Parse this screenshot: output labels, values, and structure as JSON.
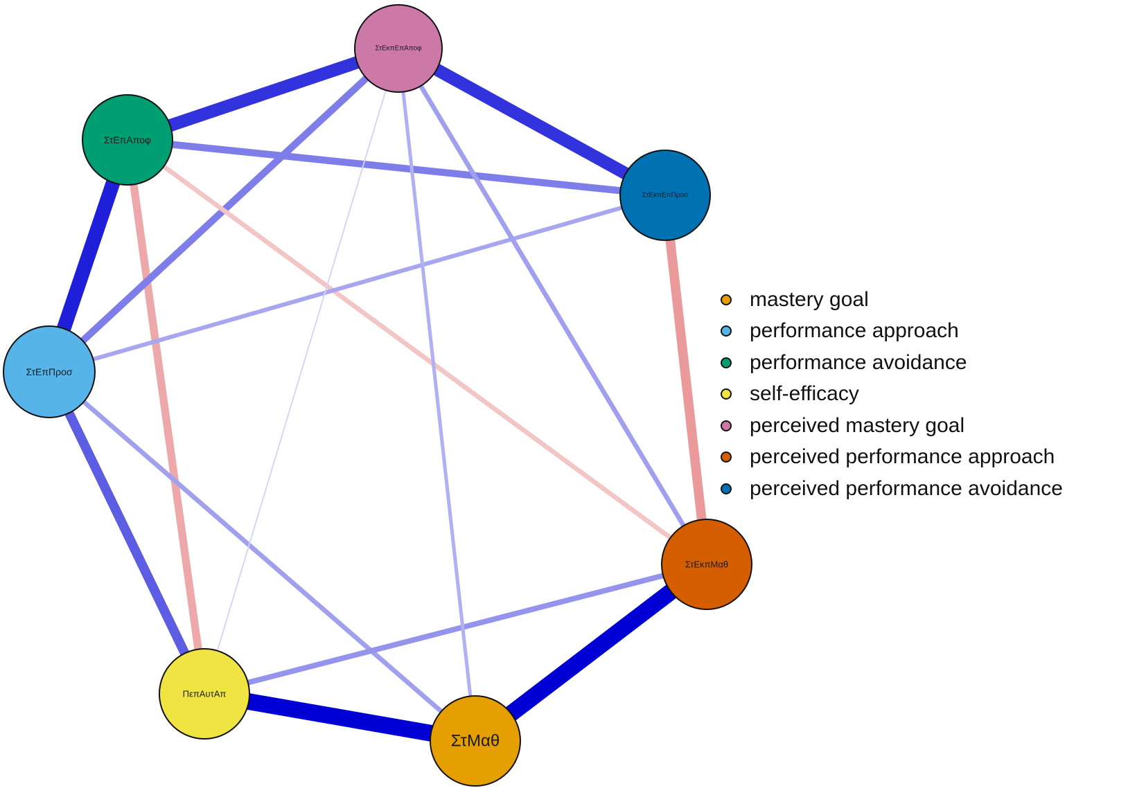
{
  "nodes": [
    {
      "id": "StEkpEpApof",
      "label": "ΣτΕκπΕπΑποφ",
      "group": "perceived mastery goal",
      "color": "#CC79A7"
    },
    {
      "id": "StEkpEpPros",
      "label": "ΣτΕκπΕπΠροσ",
      "group": "perceived performance avoidance",
      "color": "#0072B2"
    },
    {
      "id": "StEkpMath",
      "label": "ΣτΕκπΜαθ",
      "group": "perceived performance approach",
      "color": "#D55E00"
    },
    {
      "id": "StMath",
      "label": "ΣτΜαθ",
      "group": "mastery goal",
      "color": "#E69F00"
    },
    {
      "id": "PepAutAp",
      "label": "ΠεπΑυτΑπ",
      "group": "self-efficacy",
      "color": "#F0E442"
    },
    {
      "id": "StEpPros",
      "label": "ΣτΕπΠροσ",
      "group": "performance approach",
      "color": "#56B4E9"
    },
    {
      "id": "StEpApof",
      "label": "ΣτΕπΑποφ",
      "group": "performance avoidance",
      "color": "#009E73"
    }
  ],
  "edges": [
    {
      "from": "StEpApof",
      "to": "StEkpEpApof",
      "sign": "positive",
      "strength": 0.75
    },
    {
      "from": "StEkpEpApof",
      "to": "StEkpEpPros",
      "sign": "positive",
      "strength": 0.75
    },
    {
      "from": "StEpApof",
      "to": "StEpPros",
      "sign": "positive",
      "strength": 0.85
    },
    {
      "from": "PepAutAp",
      "to": "StMath",
      "sign": "positive",
      "strength": 1.0
    },
    {
      "from": "StMath",
      "to": "StEkpMath",
      "sign": "positive",
      "strength": 1.0
    },
    {
      "from": "StEkpEpPros",
      "to": "StEkpMath",
      "sign": "negative",
      "strength": 0.55
    },
    {
      "from": "StEpApof",
      "to": "PepAutAp",
      "sign": "negative",
      "strength": 0.45
    },
    {
      "from": "StEpPros",
      "to": "PepAutAp",
      "sign": "positive",
      "strength": 0.55
    },
    {
      "from": "StEpApof",
      "to": "StEkpEpPros",
      "sign": "positive",
      "strength": 0.4
    },
    {
      "from": "StEpPros",
      "to": "StEkpEpApof",
      "sign": "positive",
      "strength": 0.4
    },
    {
      "from": "StEpApof",
      "to": "StEkpMath",
      "sign": "negative",
      "strength": 0.25
    },
    {
      "from": "StEpPros",
      "to": "StEkpEpPros",
      "sign": "positive",
      "strength": 0.22
    },
    {
      "from": "StEpPros",
      "to": "StMath",
      "sign": "positive",
      "strength": 0.25
    },
    {
      "from": "PepAutAp",
      "to": "StEkpMath",
      "sign": "positive",
      "strength": 0.3
    },
    {
      "from": "StEkpEpApof",
      "to": "StEkpMath",
      "sign": "positive",
      "strength": 0.25
    },
    {
      "from": "StEkpEpApof",
      "to": "StMath",
      "sign": "positive",
      "strength": 0.18
    },
    {
      "from": "StEkpEpApof",
      "to": "PepAutAp",
      "sign": "positive",
      "strength": 0.04
    }
  ],
  "legend": [
    {
      "label": "mastery goal",
      "color": "#E69F00"
    },
    {
      "label": "performance approach",
      "color": "#56B4E9"
    },
    {
      "label": "performance avoidance",
      "color": "#009E73"
    },
    {
      "label": "self-efficacy",
      "color": "#F0E442"
    },
    {
      "label": "perceived mastery goal",
      "color": "#CC79A7"
    },
    {
      "label": "perceived performance approach",
      "color": "#D55E00"
    },
    {
      "label": "perceived performance avoidance",
      "color": "#0072B2"
    }
  ],
  "edge_colors": {
    "positive": "#0000D5",
    "negative": "#D94A4A"
  }
}
